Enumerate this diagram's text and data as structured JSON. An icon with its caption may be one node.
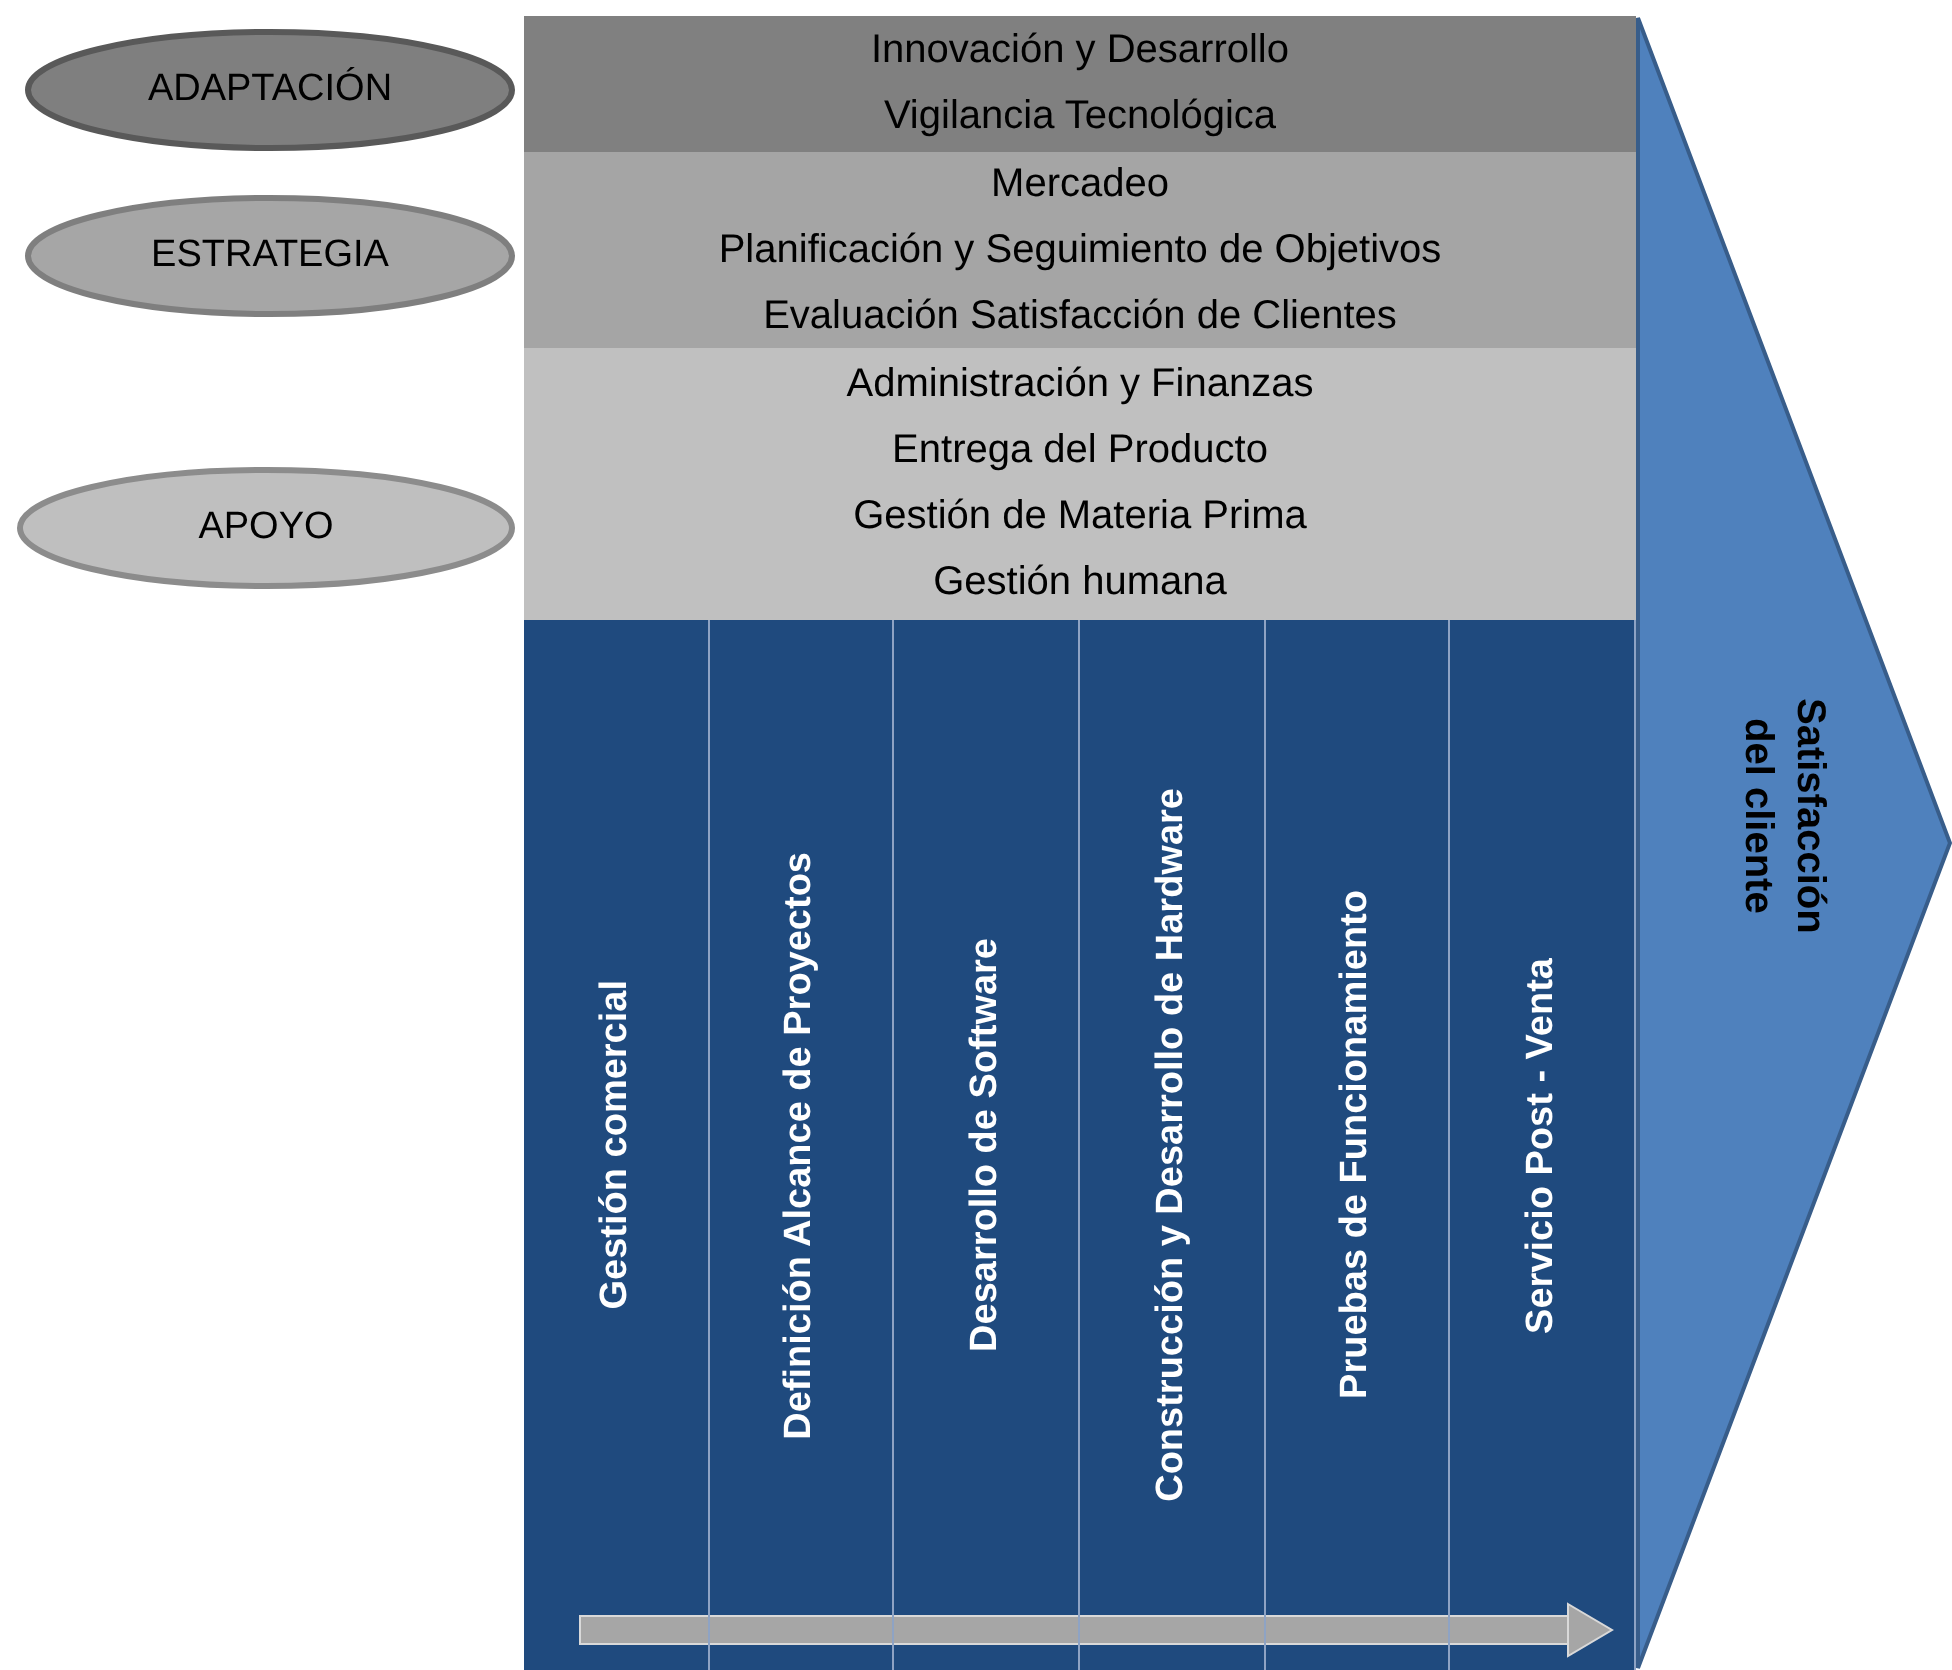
{
  "diagram": {
    "nodes": [
      {
        "text": [
          "ADAPTACIÓN"
        ]
      },
      {
        "text": [
          "ESTRATEGIA"
        ]
      },
      {
        "text": [
          "APOYO"
        ]
      },
      {
        "text": [
          "Innovación y Desarrollo",
          "Vigilancia Tecnológica"
        ]
      },
      {
        "text": [
          "Mercadeo",
          "Planificación y Seguimiento de Objetivos",
          "Evaluación Satisfacción de Clientes"
        ]
      },
      {
        "text": [
          "Administración y Finanzas",
          "Entrega del Producto",
          "Gestión de Materia Prima",
          "Gestión humana"
        ]
      },
      {
        "text": [],
        "shape": "box"
      },
      {
        "text": [
          "Gestión comercial"
        ],
        "in": 6
      },
      {
        "text": [
          "Definición Alcance de  Proyectos"
        ],
        "in": 6
      },
      {
        "text": [
          "Desarrollo de Software"
        ],
        "in": 6
      },
      {
        "text": [
          "Construcción y Desarrollo de Hardware"
        ],
        "in": 6
      },
      {
        "text": [
          "Pruebas de Funcionamiento"
        ],
        "in": 6
      },
      {
        "text": [
          "Servicio Post - Venta"
        ],
        "in": 6
      },
      {
        "text": [
          "Satisfacción del cliente"
        ]
      }
    ],
    "edges": []
  }
}
